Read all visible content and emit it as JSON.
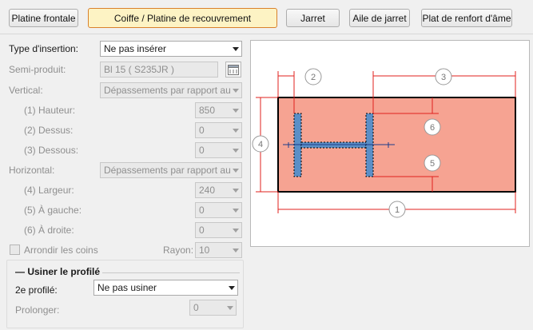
{
  "tabs": [
    {
      "label": "Platine frontale",
      "active": false
    },
    {
      "label": "Coiffe / Platine de recouvrement",
      "active": true
    },
    {
      "label": "Jarret",
      "active": false
    },
    {
      "label": "Aile de jarret",
      "active": false
    },
    {
      "label": "Plat de renfort d'âme",
      "active": false
    }
  ],
  "form": {
    "insertion_type": {
      "label": "Type d'insertion:",
      "value": "Ne pas insérer"
    },
    "semi_product": {
      "label": "Semi-produit:",
      "value": "Bl 15  ( S235JR )"
    },
    "vertical": {
      "label": "Vertical:",
      "value": "Dépassements par rapport au"
    },
    "height": {
      "label": "(1) Hauteur:",
      "value": "850"
    },
    "top": {
      "label": "(2) Dessus:",
      "value": "0"
    },
    "bottom": {
      "label": "(3) Dessous:",
      "value": "0"
    },
    "horizontal": {
      "label": "Horizontal:",
      "value": "Dépassements par rapport au"
    },
    "width": {
      "label": "(4) Largeur:",
      "value": "240"
    },
    "left": {
      "label": "(5) À gauche:",
      "value": "0"
    },
    "right": {
      "label": "(6) À droite:",
      "value": "0"
    },
    "round_corners": {
      "label": "Arrondir les coins",
      "checked": false
    },
    "radius": {
      "label": "Rayon:",
      "value": "10"
    }
  },
  "profile_group": {
    "title": "Usiner le profilé",
    "second_profile": {
      "label": "2e profilé:",
      "value": "Ne pas usiner"
    },
    "extend": {
      "label": "Prolonger:",
      "value": "0"
    }
  },
  "diagram": {
    "callouts": [
      "1",
      "2",
      "3",
      "4",
      "5",
      "6"
    ],
    "colors": {
      "plate_fill": "#f6a392",
      "profile_fill": "#5b8fc7",
      "dimension_line": "#e0201e"
    }
  }
}
